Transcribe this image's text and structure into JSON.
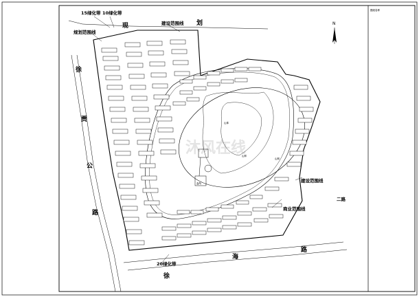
{
  "title_block": {
    "label": "图纸名称"
  },
  "compass": {
    "letter": "N"
  },
  "green_belts": {
    "belt_15m": "15绿化带",
    "belt_10m": "10绿化带",
    "belt_20m": "20绿化带"
  },
  "boundaries": {
    "planned": "规划范围线",
    "construction": "建设范围线",
    "construction_right": "建设范围线",
    "commercial": "商业范围线"
  },
  "roads": {
    "west_1": "徐",
    "west_2": "贾",
    "west_3": "公",
    "west_4": "路",
    "north_1": "现",
    "north_2": "划",
    "south_1": "海",
    "south_2": "路",
    "south_3": "徐",
    "east_mark": "二路"
  },
  "park": {
    "mountain": "山体",
    "mountain_2": "山林",
    "forest": "山林",
    "center": "会所"
  },
  "watermark": "沐风在线"
}
